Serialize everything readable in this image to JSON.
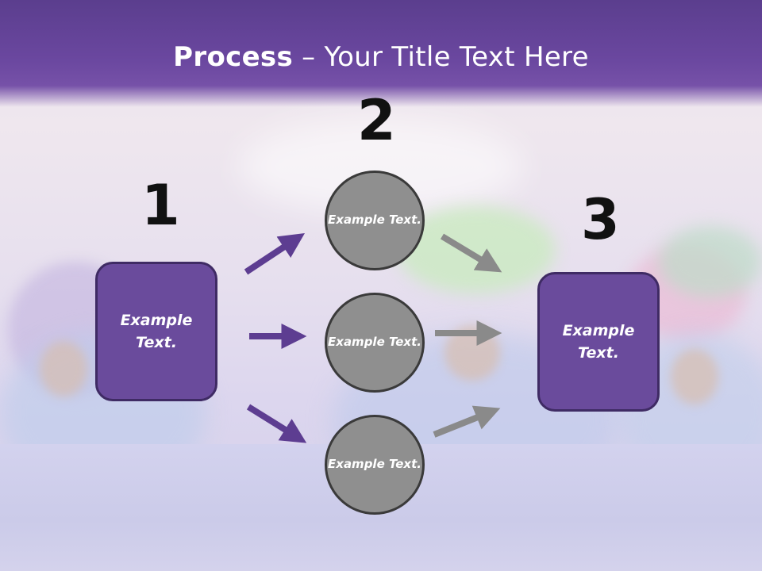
{
  "title": {
    "bold": "Process",
    "rest": " – Your Title Text Here"
  },
  "steps": [
    {
      "number": "1",
      "text": "Example Text."
    },
    {
      "number": "2",
      "text": ""
    },
    {
      "number": "3",
      "text": "Example Text."
    }
  ],
  "circles": [
    {
      "text": "Example Text."
    },
    {
      "text": "Example Text."
    },
    {
      "text": "Example Text."
    }
  ],
  "colors": {
    "header": "#6a479f",
    "box_fill": "#6a4b9c",
    "circle_fill": "#8f8f8f",
    "arrow_purple": "#5d3d91",
    "arrow_gray": "#8a8a8a"
  }
}
